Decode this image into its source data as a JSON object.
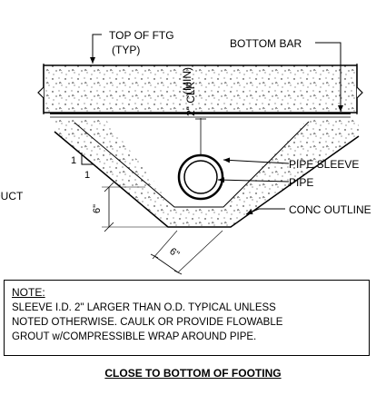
{
  "labels": {
    "top_of_ftg": "TOP OF FTG",
    "typ": "(TYP)",
    "bottom_bar": "BOTTOM BAR",
    "clr": "2\" CLR",
    "min": "(MIN)",
    "slope_rise": "1",
    "slope_run": "1",
    "duct": "DUCT",
    "pipe_sleeve": "PIPE SLEEVE",
    "pipe": "PIPE",
    "conc_outline": "CONC OUTLINE",
    "dim_vertical": "6\"",
    "dim_diagonal": "6\""
  },
  "note": {
    "title": "NOTE:",
    "lines": [
      "SLEEVE I.D. 2\" LARGER THAN O.D. TYPICAL UNLESS",
      "NOTED OTHERWISE. CAULK OR PROVIDE FLOWABLE",
      "GROUT w/COMPRESSIBLE WRAP AROUND PIPE."
    ]
  },
  "caption": "CLOSE TO BOTTOM OF FOOTING"
}
